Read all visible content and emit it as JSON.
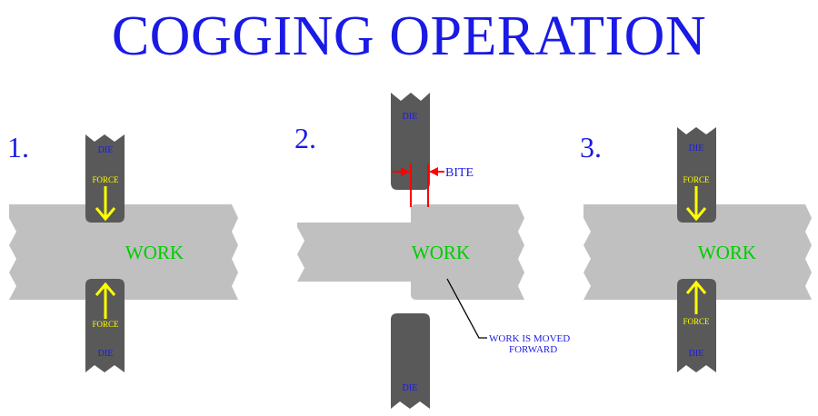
{
  "title": "COGGING OPERATION",
  "colors": {
    "title": "#1a1ae6",
    "die": "#595959",
    "work": "#c0c0c0",
    "force": "#ffff00",
    "bite_marker": "#ff0000",
    "work_label": "#00cc00",
    "die_label": "#1a1ae6",
    "callout_text": "#1a1ae6",
    "callout_line": "#000000"
  },
  "steps": [
    {
      "number": "1.",
      "work_label": "WORK",
      "top_die_label": "DIE",
      "bottom_die_label": "DIE",
      "top_force_label": "FORCE",
      "bottom_force_label": "FORCE"
    },
    {
      "number": "2.",
      "work_label": "WORK",
      "top_die_label": "DIE",
      "bottom_die_label": "DIE",
      "bite_label": "BITE",
      "callout_line1": "WORK IS MOVED",
      "callout_line2": "FORWARD"
    },
    {
      "number": "3.",
      "work_label": "WORK",
      "top_die_label": "DIE",
      "bottom_die_label": "DIE",
      "top_force_label": "FORCE",
      "bottom_force_label": "FORCE"
    }
  ]
}
